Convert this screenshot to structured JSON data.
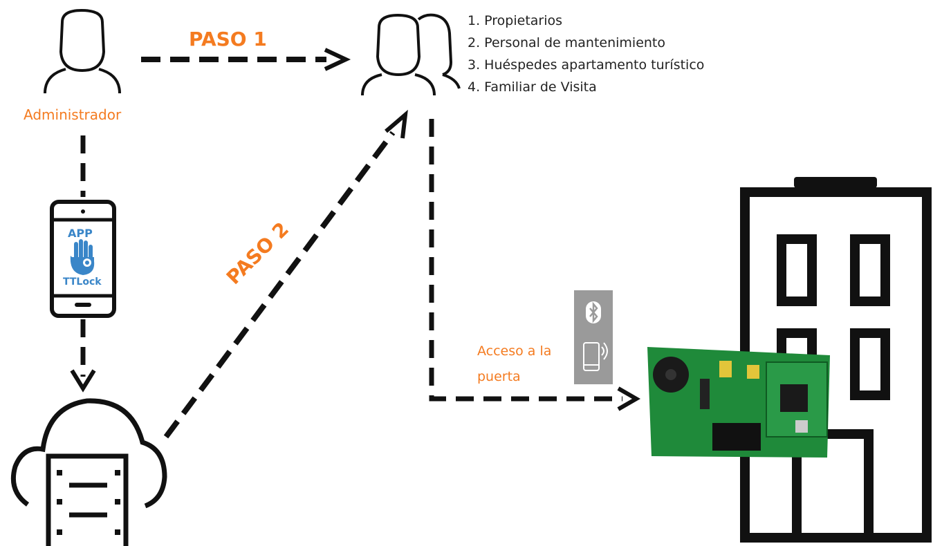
{
  "admin": {
    "label": "Administrador"
  },
  "steps": {
    "step1": "PASO 1",
    "step2": "PASO 2"
  },
  "phone_app": {
    "top_text": "APP",
    "bottom_text": "TTLock"
  },
  "users": {
    "items": [
      "1. Propietarios",
      "2. Personal de mantenimiento",
      "3. Huéspedes apartamento turístico",
      "4. Familiar de Visita"
    ]
  },
  "access": {
    "line1": "Acceso a la",
    "line2": "puerta"
  },
  "icons": {
    "admin": "person-icon",
    "users": "user-group-icon",
    "phone": "smartphone-icon",
    "cloud": "cloud-server-icon",
    "building": "building-icon",
    "bluetooth": "bluetooth-icon",
    "nfc": "phone-wireless-icon",
    "board": "circuit-board-icon"
  },
  "colors": {
    "accent": "#f47b20",
    "app_blue": "#3a86c8",
    "line": "#111111",
    "board_green": "#1f8a3a"
  }
}
